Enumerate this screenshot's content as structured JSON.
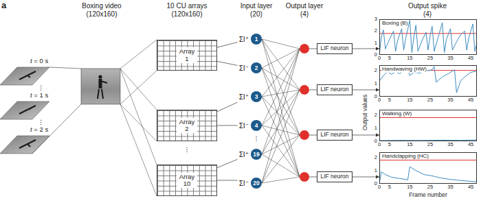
{
  "diagram": {
    "nodes": [
      {
        "text": [
          "Array 1"
        ]
      },
      {
        "text": [
          "Array 2"
        ]
      },
      {
        "text": [
          "Array 10"
        ]
      },
      {
        "text": [
          "ΣI⁺",
          "1"
        ]
      },
      {
        "text": [
          "ΣI⁻",
          "2"
        ]
      },
      {
        "text": [
          "ΣI⁺",
          "3"
        ]
      },
      {
        "text": [
          "ΣI⁻",
          "4"
        ]
      },
      {
        "text": [
          "ΣI⁺",
          "19"
        ]
      },
      {
        "text": [
          "ΣI⁻",
          "20"
        ]
      },
      {
        "text": [
          "LIF neuron"
        ]
      },
      {
        "text": [
          "LIF neuron"
        ]
      },
      {
        "text": [
          "LIF neuron"
        ]
      },
      {
        "text": [
          "LIF neuron"
        ]
      },
      {
        "text": [
          "Boxing (B)"
        ]
      },
      {
        "text": [
          "Handwaving (HW)"
        ]
      },
      {
        "text": [
          "Walking (W)"
        ]
      },
      {
        "text": [
          "Handclapping (HC)"
        ]
      }
    ],
    "edges": [
      {
        "from": 0,
        "to": 3,
        "arrow": "none"
      },
      {
        "from": 0,
        "to": 4,
        "arrow": "none"
      },
      {
        "from": 1,
        "to": 5,
        "arrow": "none"
      },
      {
        "from": 1,
        "to": 6,
        "arrow": "none"
      },
      {
        "from": 2,
        "to": 7,
        "arrow": "none"
      },
      {
        "from": 2,
        "to": 8,
        "arrow": "none"
      },
      {
        "from": 9,
        "to": 13,
        "arrow": "to"
      },
      {
        "from": 10,
        "to": 14,
        "arrow": "to"
      },
      {
        "from": 11,
        "to": 15,
        "arrow": "to"
      },
      {
        "from": 12,
        "to": 16,
        "arrow": "to"
      }
    ],
    "labels": [
      "a",
      "Boxing video",
      "(120x160)",
      "10 CU arrays",
      "(120x160)",
      "Input layer",
      "(20)",
      "Output layer",
      "(4)",
      "Output spike",
      "(4)",
      "t = 0 s",
      "⋮",
      "t = 1 s",
      "⋮",
      "t = 2 s",
      "⋮",
      "⋮",
      "Output values",
      "Frame number",
      "0",
      "1",
      "2",
      "3",
      "0",
      "5",
      "15",
      "25",
      "35",
      "45",
      "0",
      "1",
      "2",
      "0",
      "5",
      "15",
      "25",
      "35",
      "45",
      "0",
      "1",
      "2",
      "0",
      "5",
      "15",
      "25",
      "35",
      "45",
      "0",
      "1",
      "2",
      "0",
      "5",
      "15",
      "25",
      "35",
      "45"
    ]
  }
}
